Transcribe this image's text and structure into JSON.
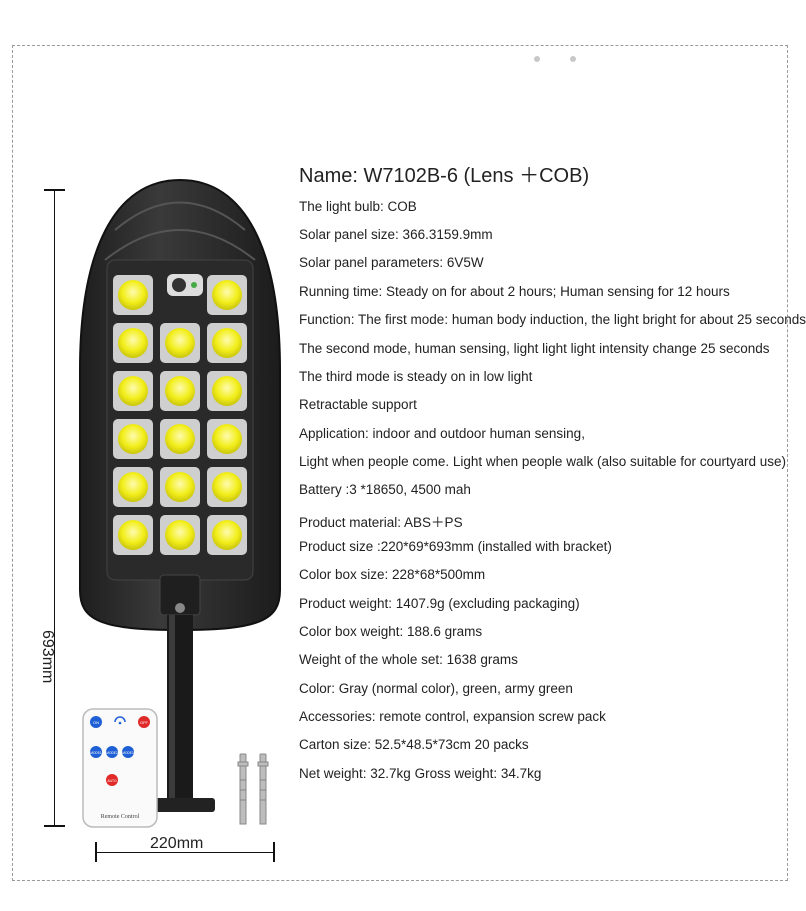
{
  "product": {
    "name_line": "Name: W7102B-6 (Lens ＋COB)",
    "specs": [
      "The light bulb: COB",
      "Solar panel size: 366.3159.9mm",
      "Solar panel parameters: 6V5W",
      "Running time: Steady on for about 2 hours; Human sensing for 12 hours",
      "Function: The first mode: human body induction, the light bright for about 25 seconds",
      "The second mode, human sensing, light light light intensity change 25 seconds",
      "The third mode is steady on in low light",
      "Retractable support",
      "Application: indoor and outdoor human sensing,",
      "Light when people come. Light when people walk (also suitable for courtyard use)",
      "Battery :3 *18650, 4500 mah",
      "Product material: ABS＋PS",
      "Product size :220*69*693mm (installed with bracket)",
      "Color box size: 228*68*500mm",
      "Product weight: 1407.9g (excluding packaging)",
      "Color box weight: 188.6 grams",
      "Weight of the whole set: 1638 grams",
      "Color: Gray (normal color), green, army green",
      "Accessories: remote control, expansion screw pack",
      "Carton size: 52.5*48.5*73cm 20 packs",
      "Net weight: 32.7kg Gross weight: 34.7kg"
    ]
  },
  "dimensions": {
    "height_label": "693mm",
    "width_label": "220mm"
  },
  "remote": {
    "label": "Remote Control",
    "buttons": [
      "ON",
      "OFF",
      "MODE1",
      "MODE2",
      "MODE3",
      "AUTO"
    ]
  },
  "colors": {
    "lamp_body": "#2b2b2b",
    "led_yellow": "#f2ee1a",
    "led_frame": "#cfcfcf",
    "remote_blue": "#1f5fd6",
    "remote_red": "#e02a2a"
  }
}
